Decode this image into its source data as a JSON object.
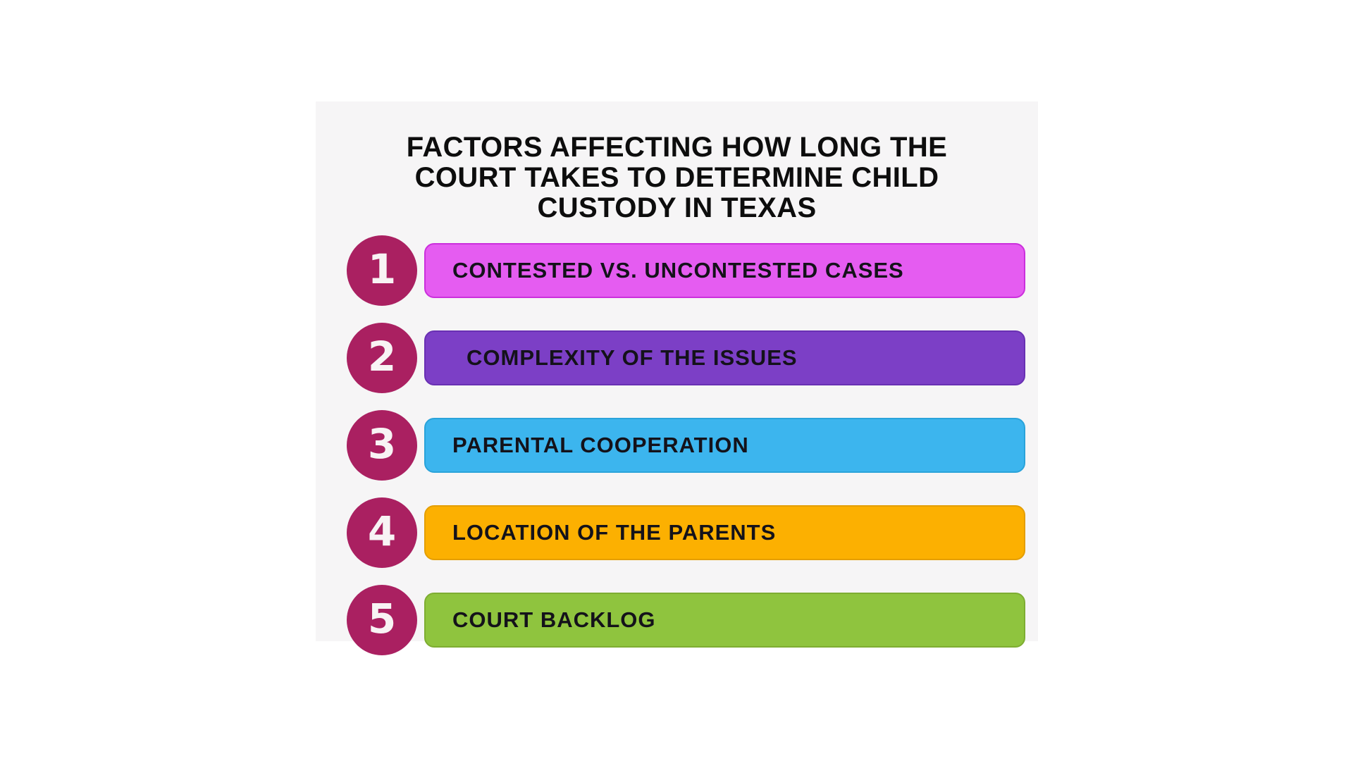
{
  "title": "FACTORS AFFECTING HOW LONG THE COURT TAKES TO DETERMINE CHILD CUSTODY IN TEXAS",
  "colors": {
    "page_bg": "#ffffff",
    "card_bg": "#f6f5f6",
    "title_text": "#0d0d0d",
    "label_text": "#14121a",
    "badge_bg": "#aa2061",
    "badge_text": "#f8f3f4"
  },
  "items": [
    {
      "number": "1",
      "label": "CONTESTED VS. UNCONTESTED CASES",
      "bar_color": "#e55cf1",
      "border_color": "#cb2fdc"
    },
    {
      "number": "2",
      "label": "COMPLEXITY OF THE ISSUES",
      "bar_color": "#7c3fc6",
      "border_color": "#6930b3"
    },
    {
      "number": "3",
      "label": "PARENTAL COOPERATION",
      "bar_color": "#3cb5ee",
      "border_color": "#2aa3da"
    },
    {
      "number": "4",
      "label": "LOCATION OF THE PARENTS",
      "bar_color": "#fcb001",
      "border_color": "#e49e00"
    },
    {
      "number": "5",
      "label": "COURT BACKLOG",
      "bar_color": "#8fc43e",
      "border_color": "#7ead32"
    }
  ]
}
